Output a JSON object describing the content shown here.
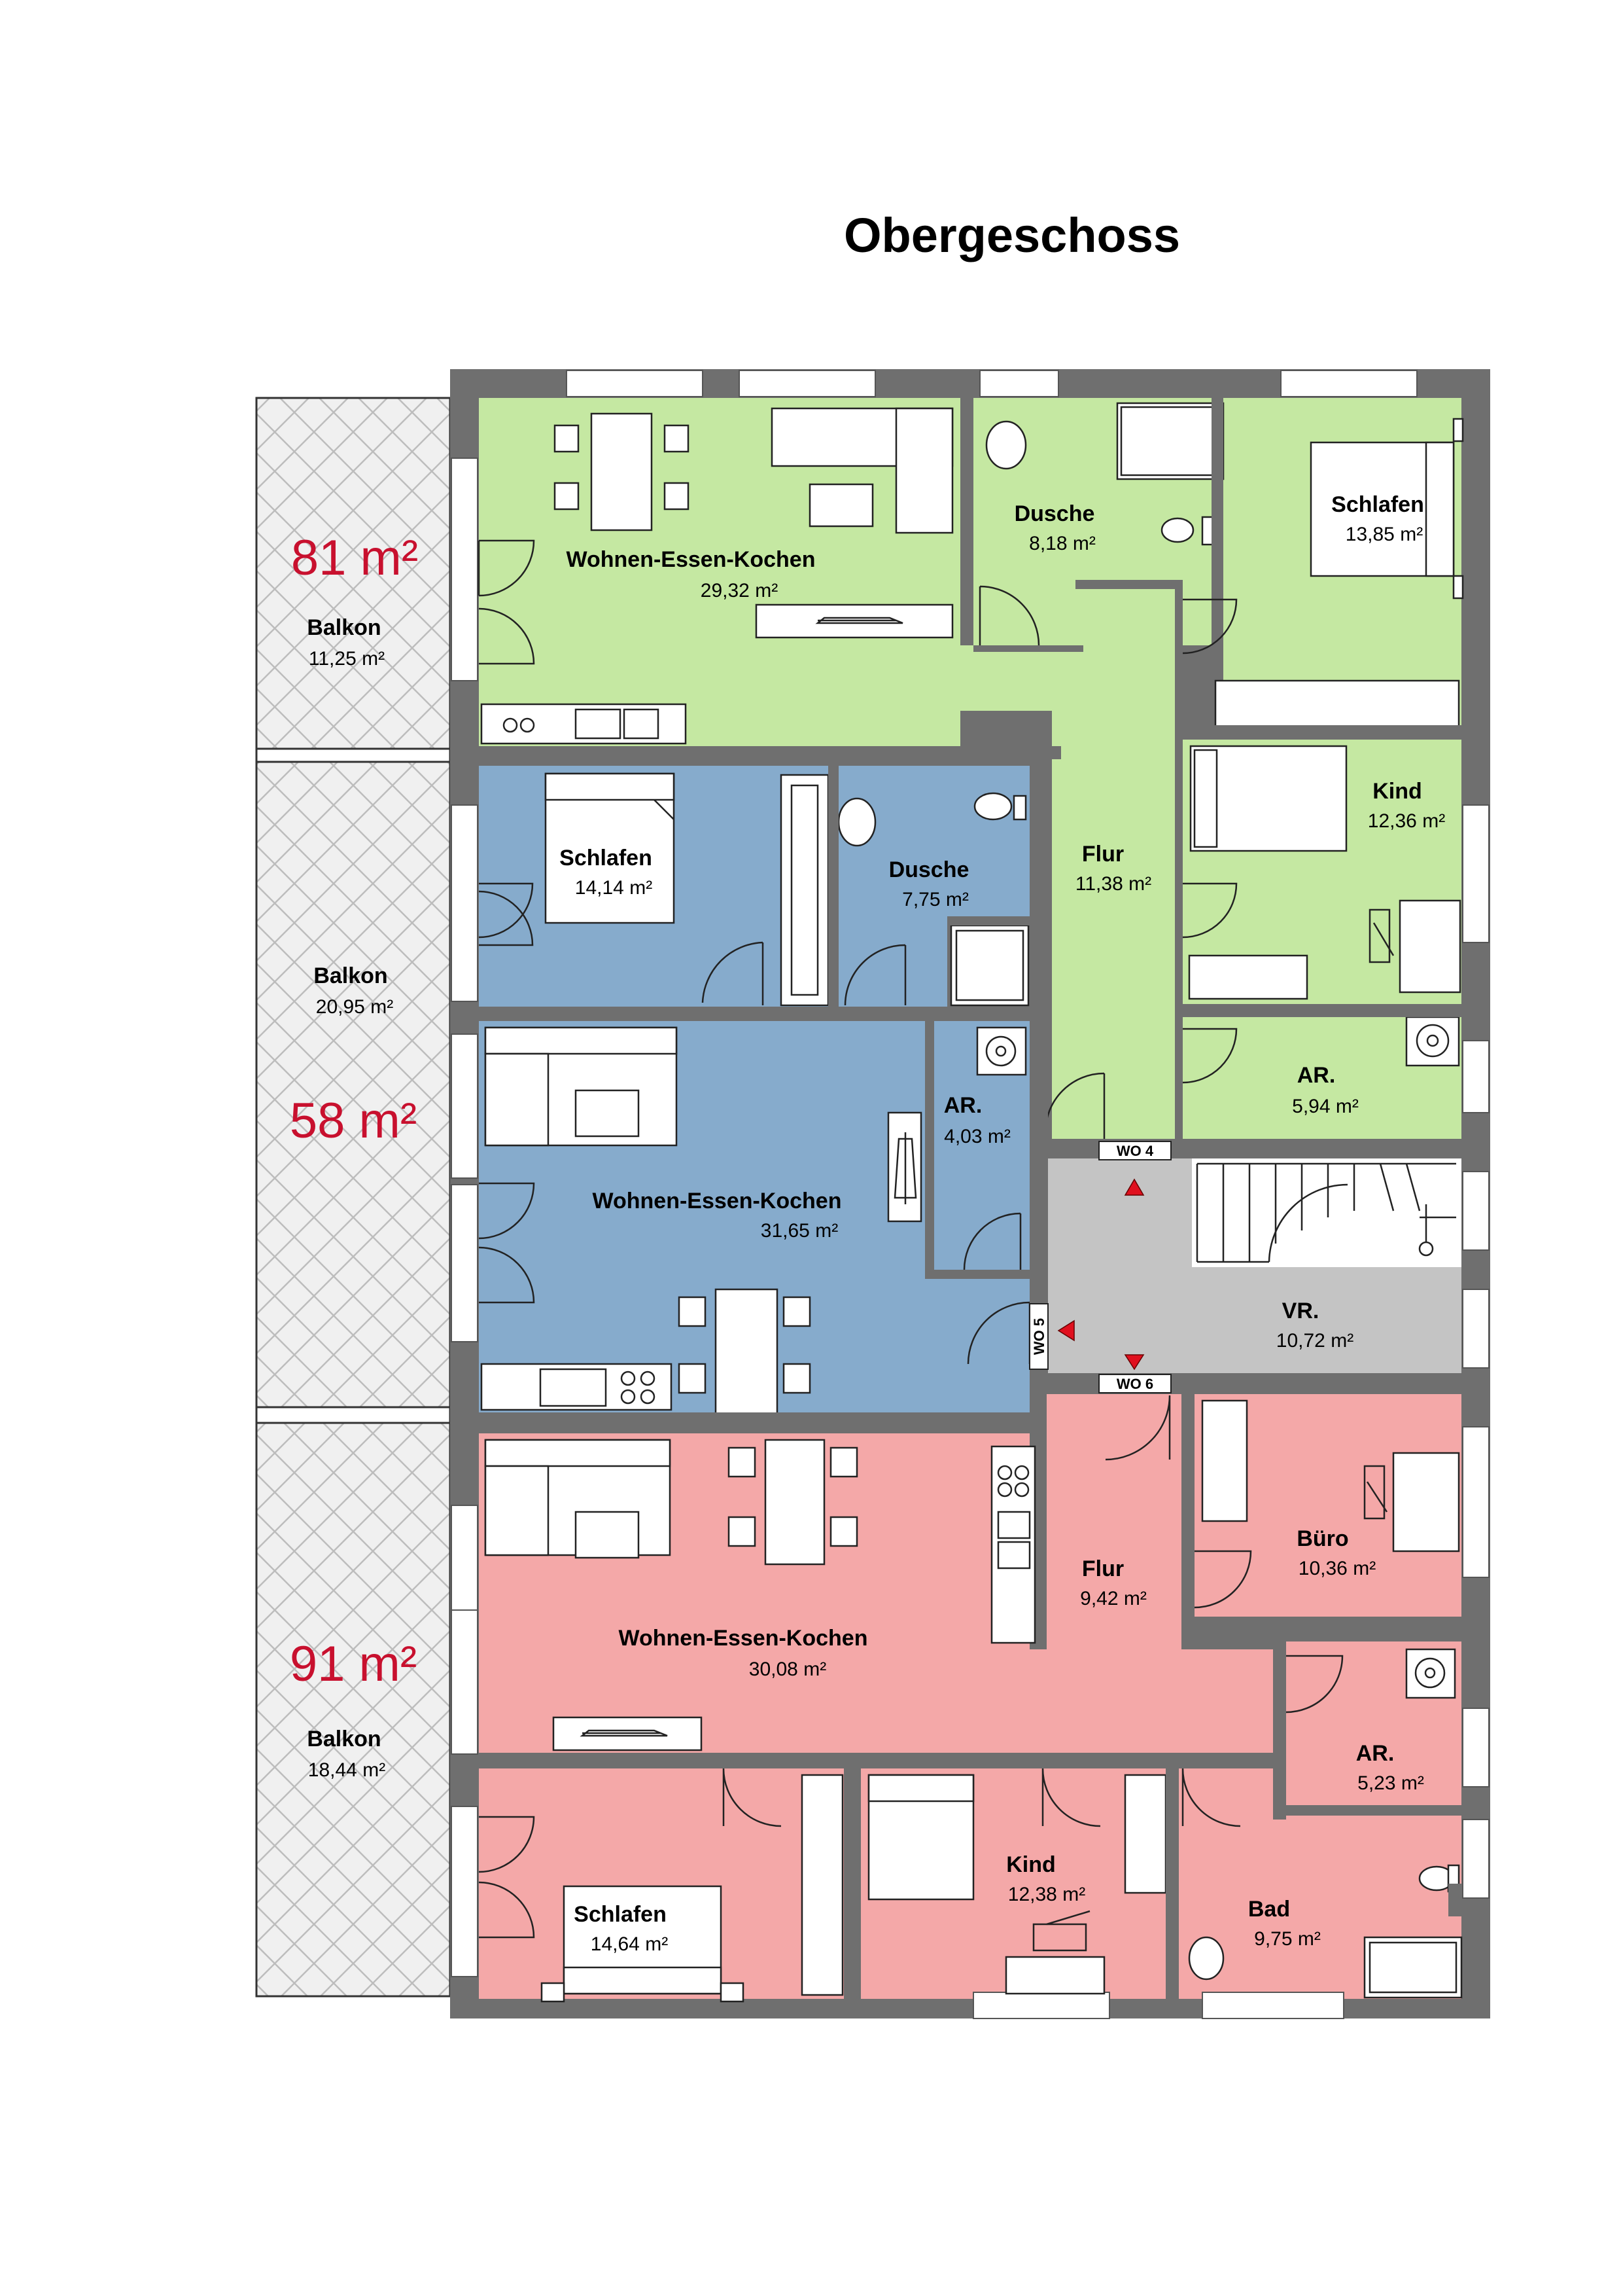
{
  "title": "Obergeschoss",
  "colors": {
    "wall": "#6f6f6f",
    "unit_green": "#c5e8a2",
    "unit_blue": "#86abcc",
    "unit_red": "#f4a8a8",
    "stair_hall": "#c4c4c4",
    "area_label_red": "#c8102e"
  },
  "units": [
    {
      "id": "wo4",
      "area": "81 m²",
      "color": "green"
    },
    {
      "id": "wo5",
      "area": "58 m²",
      "color": "blue"
    },
    {
      "id": "wo6",
      "area": "91 m²",
      "color": "red"
    }
  ],
  "entrances": {
    "wo4": "WO 4",
    "wo5": "WO 5",
    "wo6": "WO 6"
  },
  "rooms": {
    "g_wek": {
      "name": "Wohnen-Essen-Kochen",
      "area": "29,32 m²"
    },
    "g_dusche": {
      "name": "Dusche",
      "area": "8,18 m²"
    },
    "g_schlafen": {
      "name": "Schlafen",
      "area": "13,85 m²"
    },
    "g_kind": {
      "name": "Kind",
      "area": "12,36 m²"
    },
    "g_flur": {
      "name": "Flur",
      "area": "11,38 m²"
    },
    "g_ar": {
      "name": "AR.",
      "area": "5,94 m²"
    },
    "balkon1": {
      "name": "Balkon",
      "area": "11,25 m²"
    },
    "b_schlafen": {
      "name": "Schlafen",
      "area": "14,14 m²"
    },
    "b_dusche": {
      "name": "Dusche",
      "area": "7,75 m²"
    },
    "b_ar": {
      "name": "AR.",
      "area": "4,03 m²"
    },
    "b_wek": {
      "name": "Wohnen-Essen-Kochen",
      "area": "31,65 m²"
    },
    "balkon2": {
      "name": "Balkon",
      "area": "20,95 m²"
    },
    "vr": {
      "name": "VR.",
      "area": "10,72 m²"
    },
    "r_wek": {
      "name": "Wohnen-Essen-Kochen",
      "area": "30,08 m²"
    },
    "r_flur": {
      "name": "Flur",
      "area": "9,42 m²"
    },
    "r_buero": {
      "name": "Büro",
      "area": "10,36 m²"
    },
    "r_ar": {
      "name": "AR.",
      "area": "5,23 m²"
    },
    "r_schlafen": {
      "name": "Schlafen",
      "area": "14,64 m²"
    },
    "r_kind": {
      "name": "Kind",
      "area": "12,38 m²"
    },
    "r_bad": {
      "name": "Bad",
      "area": "9,75 m²"
    },
    "balkon3": {
      "name": "Balkon",
      "area": "18,44 m²"
    }
  }
}
